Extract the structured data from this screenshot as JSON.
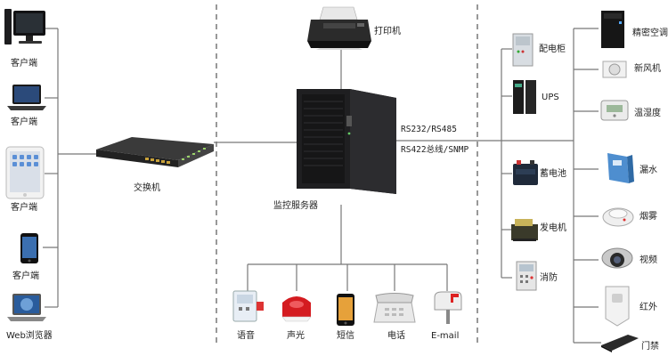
{
  "clients": {
    "desktop": "客户端",
    "laptop": "客户端",
    "tablet": "客户端",
    "phone": "客户端",
    "web": "Web浏览器"
  },
  "switch": {
    "label": "交换机"
  },
  "server": {
    "label": "监控服务器"
  },
  "printer": {
    "label": "打印机"
  },
  "bus": {
    "line1": "RS232/RS485",
    "line2": "RS422总线/SNMP"
  },
  "alarms": {
    "voice": "语音",
    "sound_light": "声光",
    "sms": "短信",
    "phone": "电话",
    "email": "E-mail"
  },
  "power": {
    "cabinet": "配电柜",
    "ups": "UPS",
    "battery": "蓄电池",
    "generator": "发电机",
    "fire": "消防"
  },
  "environment": {
    "ac": "精密空调",
    "fresh_air": "新风机",
    "temp_humidity": "温湿度",
    "water_leak": "漏水",
    "smoke": "烟雾",
    "video": "视频",
    "infrared": "红外",
    "access": "门禁"
  }
}
